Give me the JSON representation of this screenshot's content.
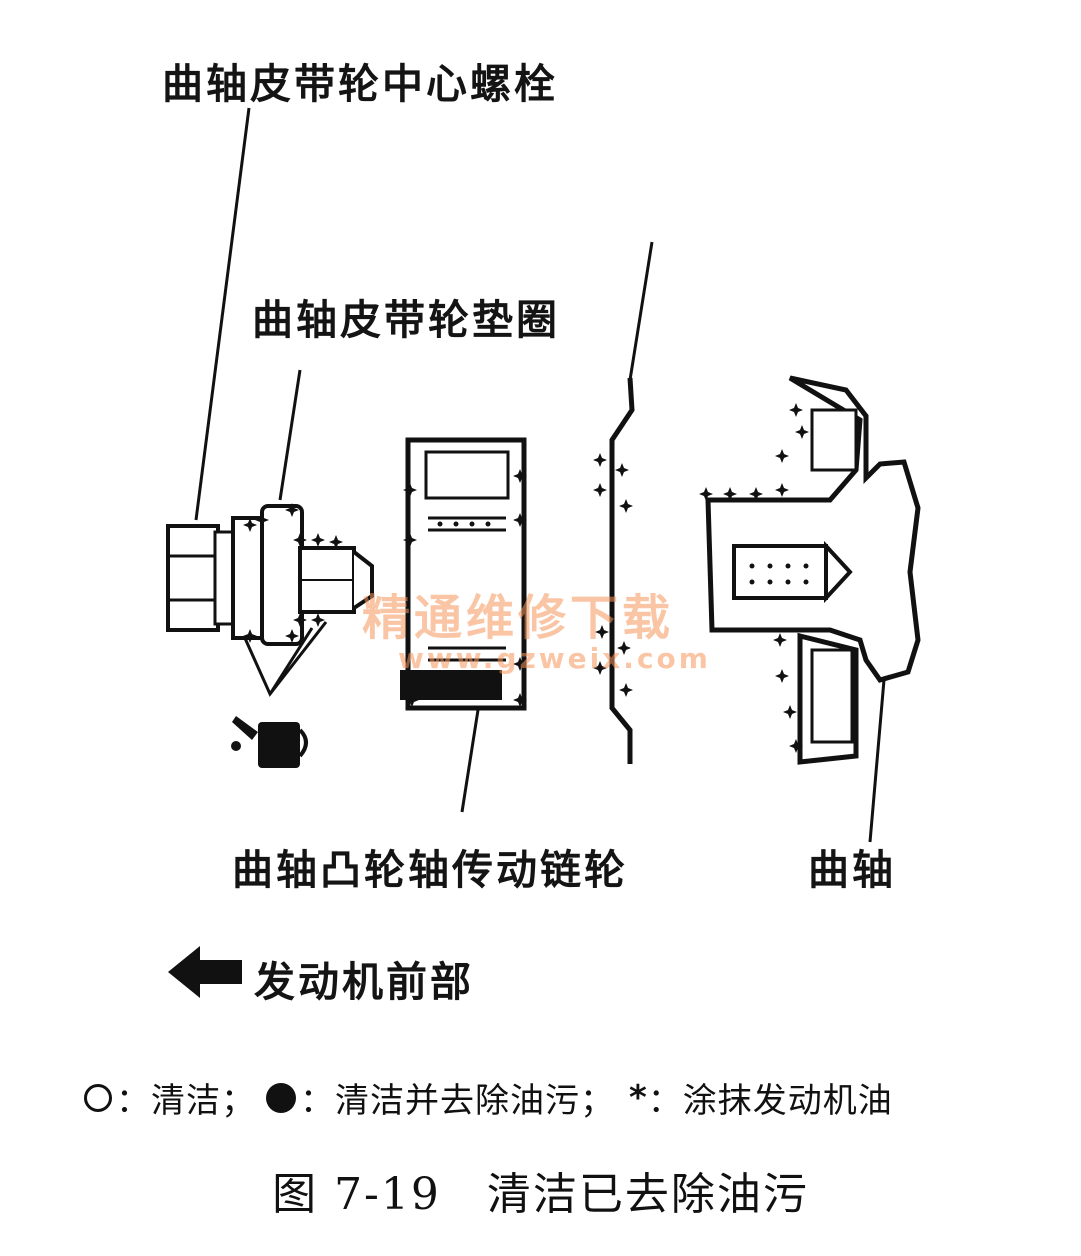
{
  "labels": {
    "bolt": "曲轴皮带轮中心螺栓",
    "washer": "曲轴皮带轮垫圈",
    "sprocket": "曲轴凸轮轴传动链轮",
    "crankshaft": "曲轴"
  },
  "direction": {
    "text": "发动机前部",
    "icon": "left-arrow-icon"
  },
  "legend": {
    "clean_symbol": "○",
    "clean_text": "：清洁；",
    "degrease_symbol": "●",
    "degrease_text": "：清洁并去除油污；",
    "oil_symbol": "*",
    "oil_text": "：涂抹发动机油"
  },
  "caption": "图 7-19　清洁已去除油污",
  "watermark": {
    "text": "精通维修下载",
    "url": "www.gzweix.com"
  },
  "colors": {
    "ink": "#111111",
    "watermark": "#f5965a"
  }
}
